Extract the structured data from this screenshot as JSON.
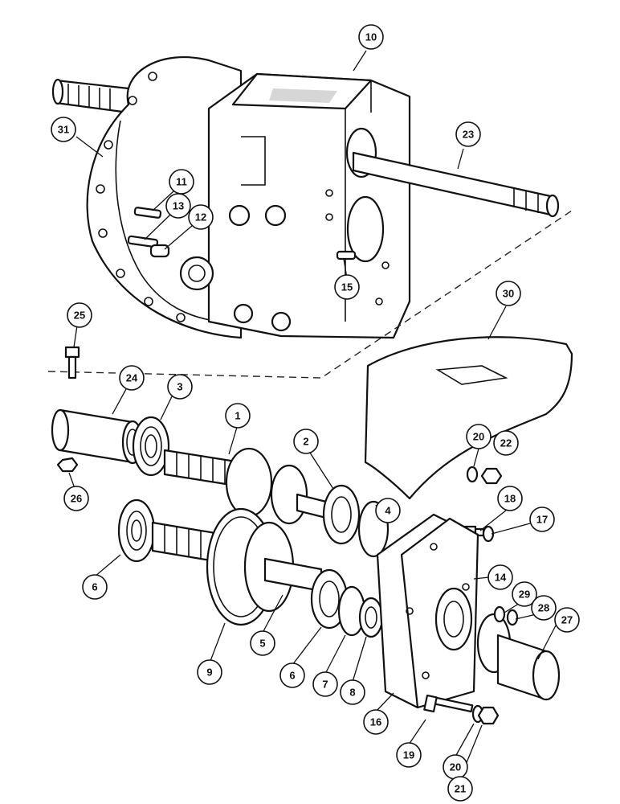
{
  "callouts": [
    {
      "id": "c10",
      "label": "10"
    },
    {
      "id": "c31",
      "label": "31"
    },
    {
      "id": "c23",
      "label": "23"
    },
    {
      "id": "c11",
      "label": "11"
    },
    {
      "id": "c13",
      "label": "13"
    },
    {
      "id": "c12",
      "label": "12"
    },
    {
      "id": "c15",
      "label": "15"
    },
    {
      "id": "c30",
      "label": "30"
    },
    {
      "id": "c25",
      "label": "25"
    },
    {
      "id": "c24",
      "label": "24"
    },
    {
      "id": "c3",
      "label": "3"
    },
    {
      "id": "c1",
      "label": "1"
    },
    {
      "id": "c2",
      "label": "2"
    },
    {
      "id": "c20a",
      "label": "20"
    },
    {
      "id": "c22",
      "label": "22"
    },
    {
      "id": "c26",
      "label": "26"
    },
    {
      "id": "c18",
      "label": "18"
    },
    {
      "id": "c17",
      "label": "17"
    },
    {
      "id": "c4",
      "label": "4"
    },
    {
      "id": "c6a",
      "label": "6"
    },
    {
      "id": "c14",
      "label": "14"
    },
    {
      "id": "c29",
      "label": "29"
    },
    {
      "id": "c28",
      "label": "28"
    },
    {
      "id": "c27",
      "label": "27"
    },
    {
      "id": "c5",
      "label": "5"
    },
    {
      "id": "c9",
      "label": "9"
    },
    {
      "id": "c6b",
      "label": "6"
    },
    {
      "id": "c7",
      "label": "7"
    },
    {
      "id": "c8",
      "label": "8"
    },
    {
      "id": "c16",
      "label": "16"
    },
    {
      "id": "c19",
      "label": "19"
    },
    {
      "id": "c20b",
      "label": "20"
    },
    {
      "id": "c21",
      "label": "21"
    }
  ]
}
